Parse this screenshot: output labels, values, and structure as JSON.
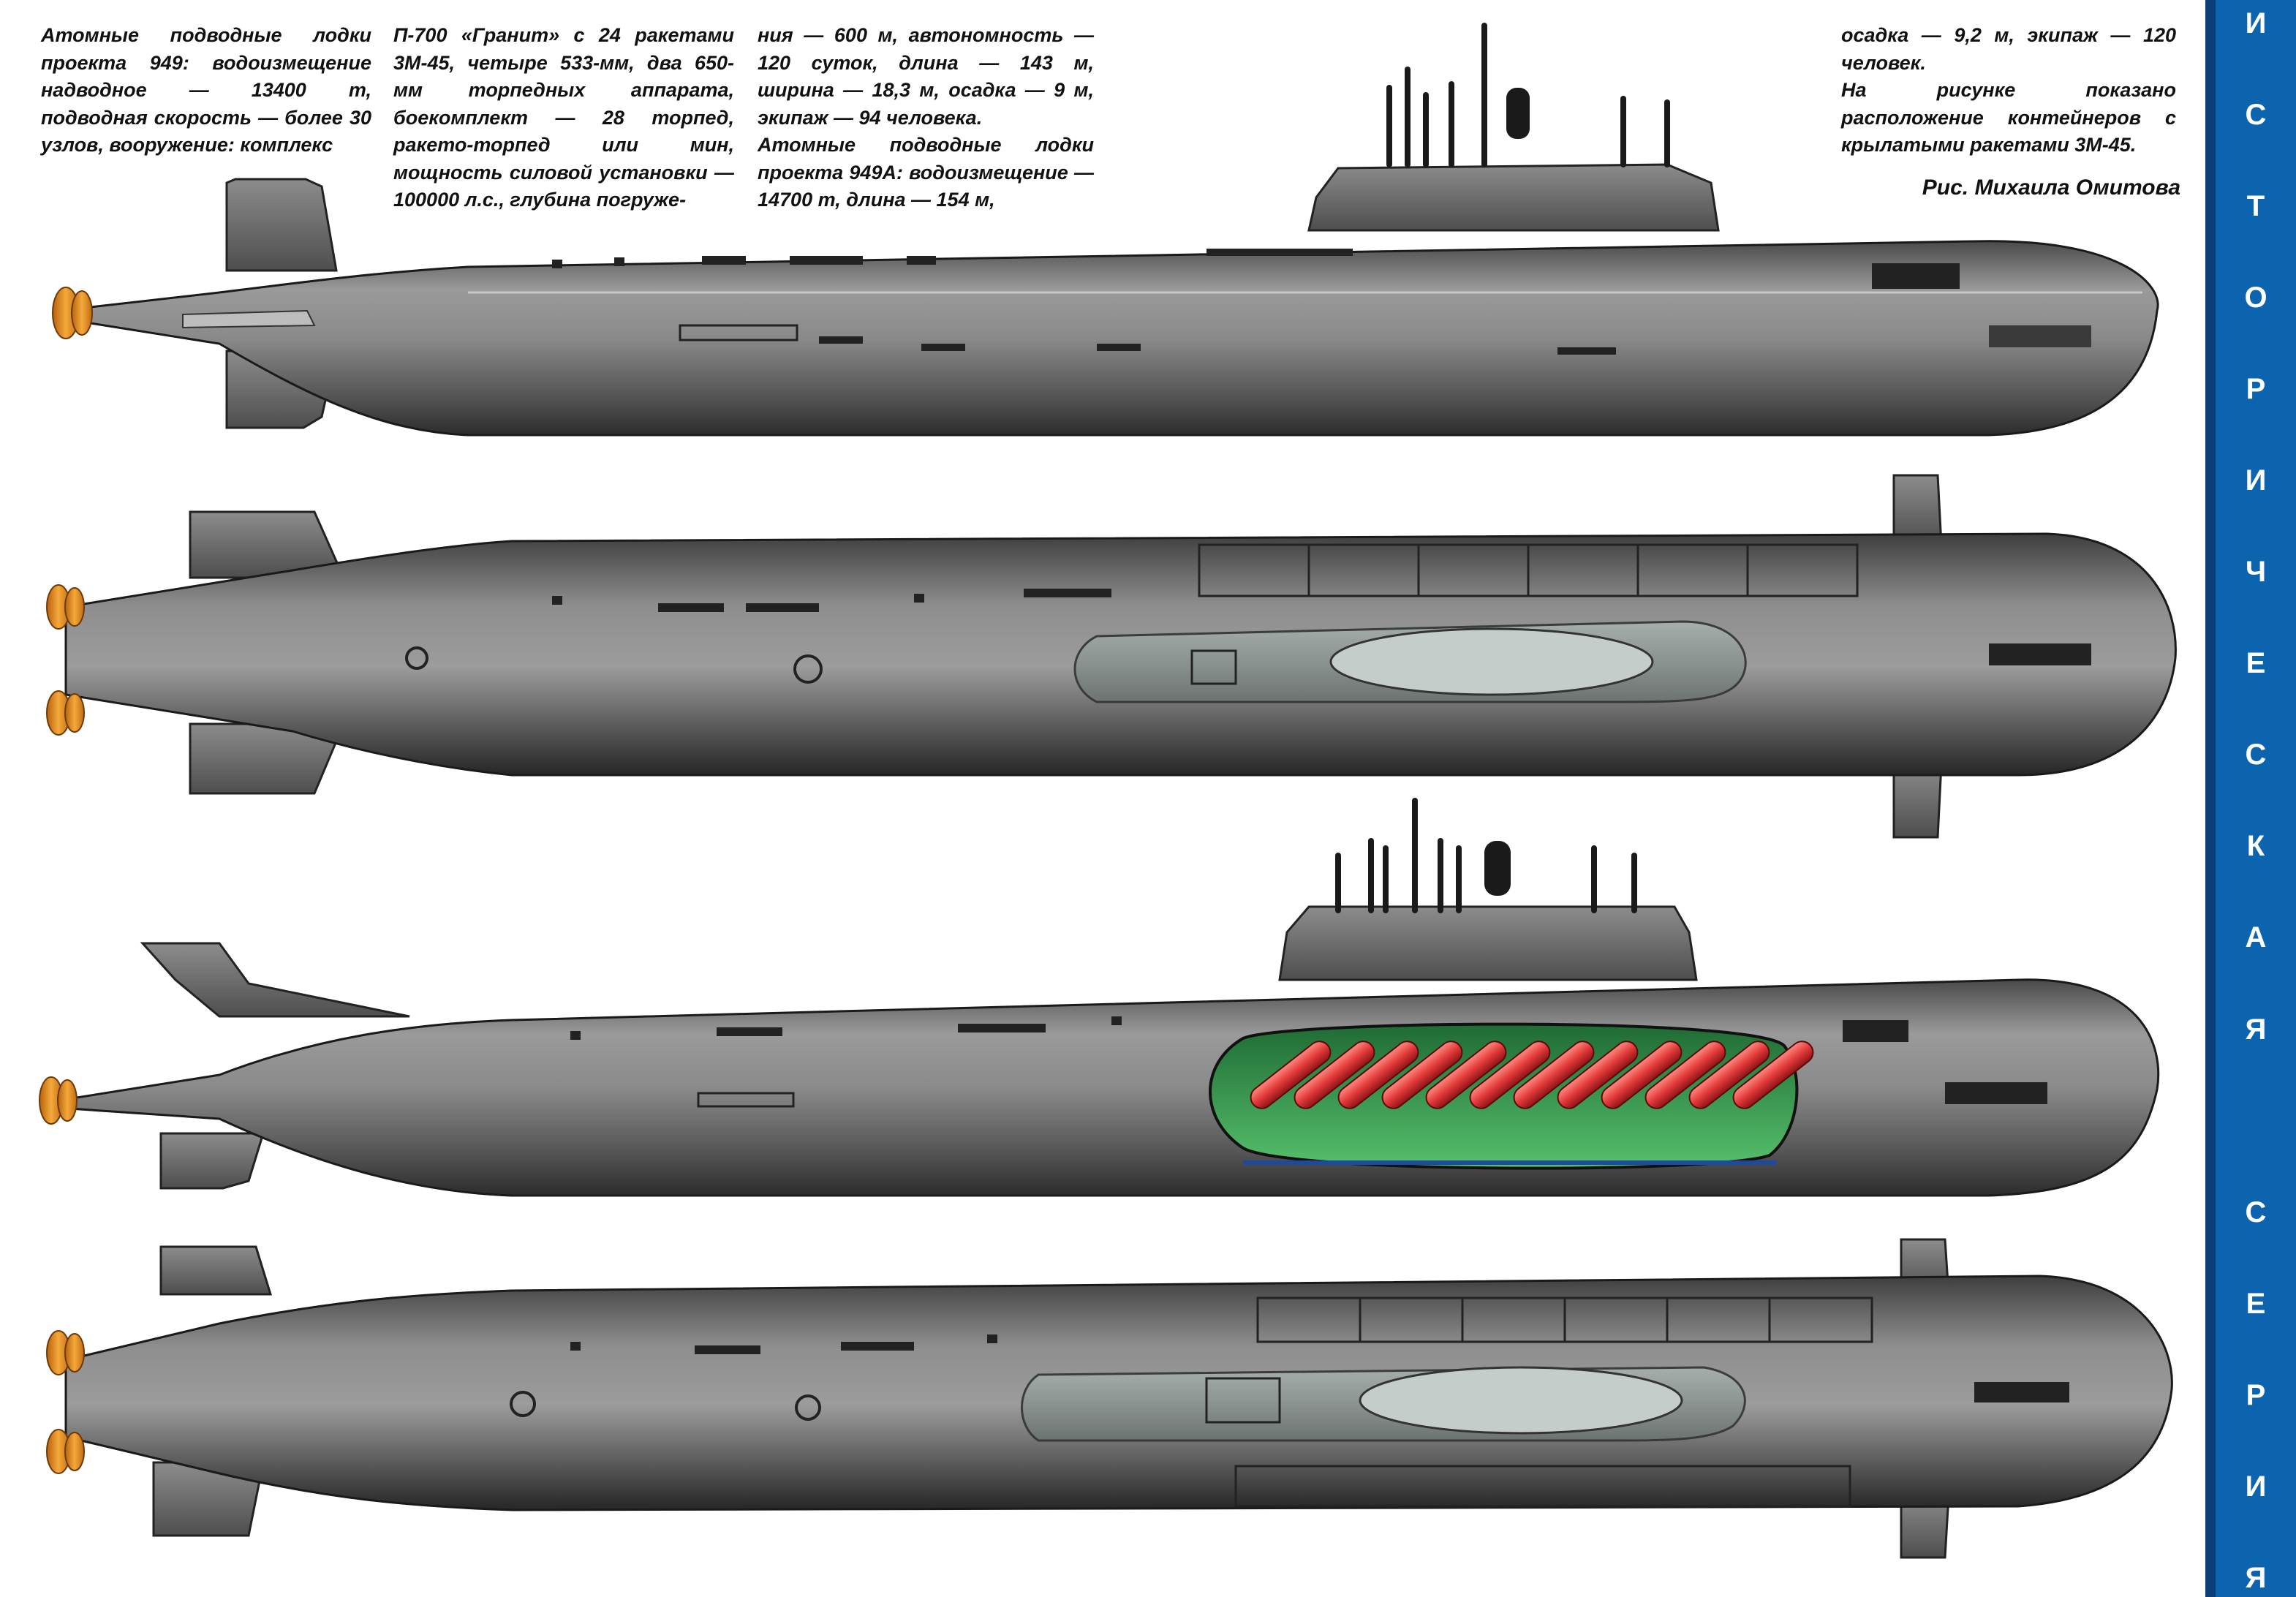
{
  "article": {
    "paragraph_1": "Атомные подводные лодки проекта 949: водоизмещение надводное — 13400 т, подводная скорость — более 30 узлов, вооружение: комплекс П-700 «Гранит» с 24 ракетами 3М-45, четыре 533-мм, два 650-мм торпедных аппарата, боекомплект — 28 торпед, ракето-торпед или мин, мощность силовой установки — 100000 л.с., глубина погружения — 600 м, автономность — 120 суток, длина — 143 м, ширина — 18,3 м, осадка — 9 м, экипаж — 94 человека.",
    "paragraph_2": "Атомные подводные лодки проекта 949А: водоизмещение — 14700 т, длина — 154 м, осадка — 9,2 м, экипаж — 120 человек.",
    "paragraph_3": "На рисунке показано расположение контейнеров с крылатыми ракетами 3М-45.",
    "columns": {
      "col1": "Атомные подводные лодки проекта 949: водоизмещение надводное — 13400 т, подводная скорость — более 30 узлов, вооружение: комплекс",
      "col2": "П-700 «Гранит» с 24 ракетами 3М-45, четыре 533-мм, два 650-мм торпедных аппарата, боекомплект — 28 торпед, ракето-торпед или мин, мощность силовой установки — 100000 л.с., глубина погруже-",
      "col3a": "ния — 600 м, автономность — 120 суток, длина — 143 м, ширина — 18,3 м, осадка — 9 м, экипаж — 94 человека.",
      "col3b": "Атомные подводные лодки проекта 949А: водоизмещение — 14700 т, длина — 154 м,",
      "col4a": "осадка — 9,2 м, экипаж — 120 человек.",
      "col4b": "На рисунке показано расположение контейнеров с крылатыми ракетами 3М-45."
    },
    "credit": "Рис. Михаила Омитова"
  },
  "side_band": {
    "letters": [
      "И",
      "С",
      "Т",
      "О",
      "Р",
      "И",
      "Ч",
      "Е",
      "С",
      "К",
      "А",
      "Я",
      "",
      "С",
      "Е",
      "Р",
      "И",
      "Я"
    ],
    "color": "#0b64ad"
  },
  "drawing": {
    "views": [
      "project-949-side-view",
      "project-949-plan-view",
      "project-949a-side-cutaway-view",
      "project-949a-plan-view"
    ],
    "missile_containers_shown": 12,
    "colors": {
      "hull": "#7c7c7c",
      "hull_dark": "#3a3a3a",
      "propeller": "#e8951c",
      "missile": "#e23a3a",
      "missile_bay": "#3fae5a",
      "background": "#ffffff"
    }
  }
}
